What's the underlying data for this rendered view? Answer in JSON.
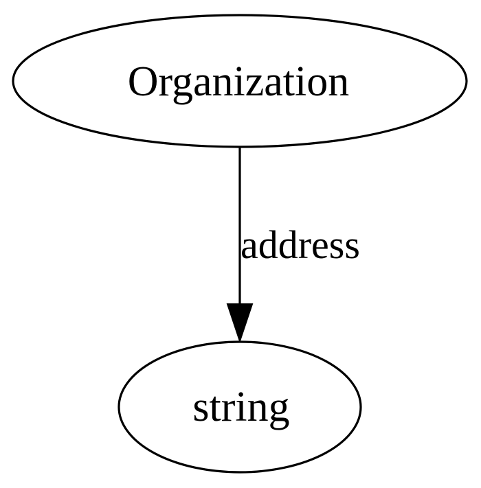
{
  "nodes": {
    "organization": {
      "label": "Organization"
    },
    "string": {
      "label": "string"
    }
  },
  "edges": [
    {
      "from": "Organization",
      "to": "string",
      "label": "address"
    }
  ],
  "colors": {
    "stroke": "#000000",
    "background": "#ffffff"
  }
}
